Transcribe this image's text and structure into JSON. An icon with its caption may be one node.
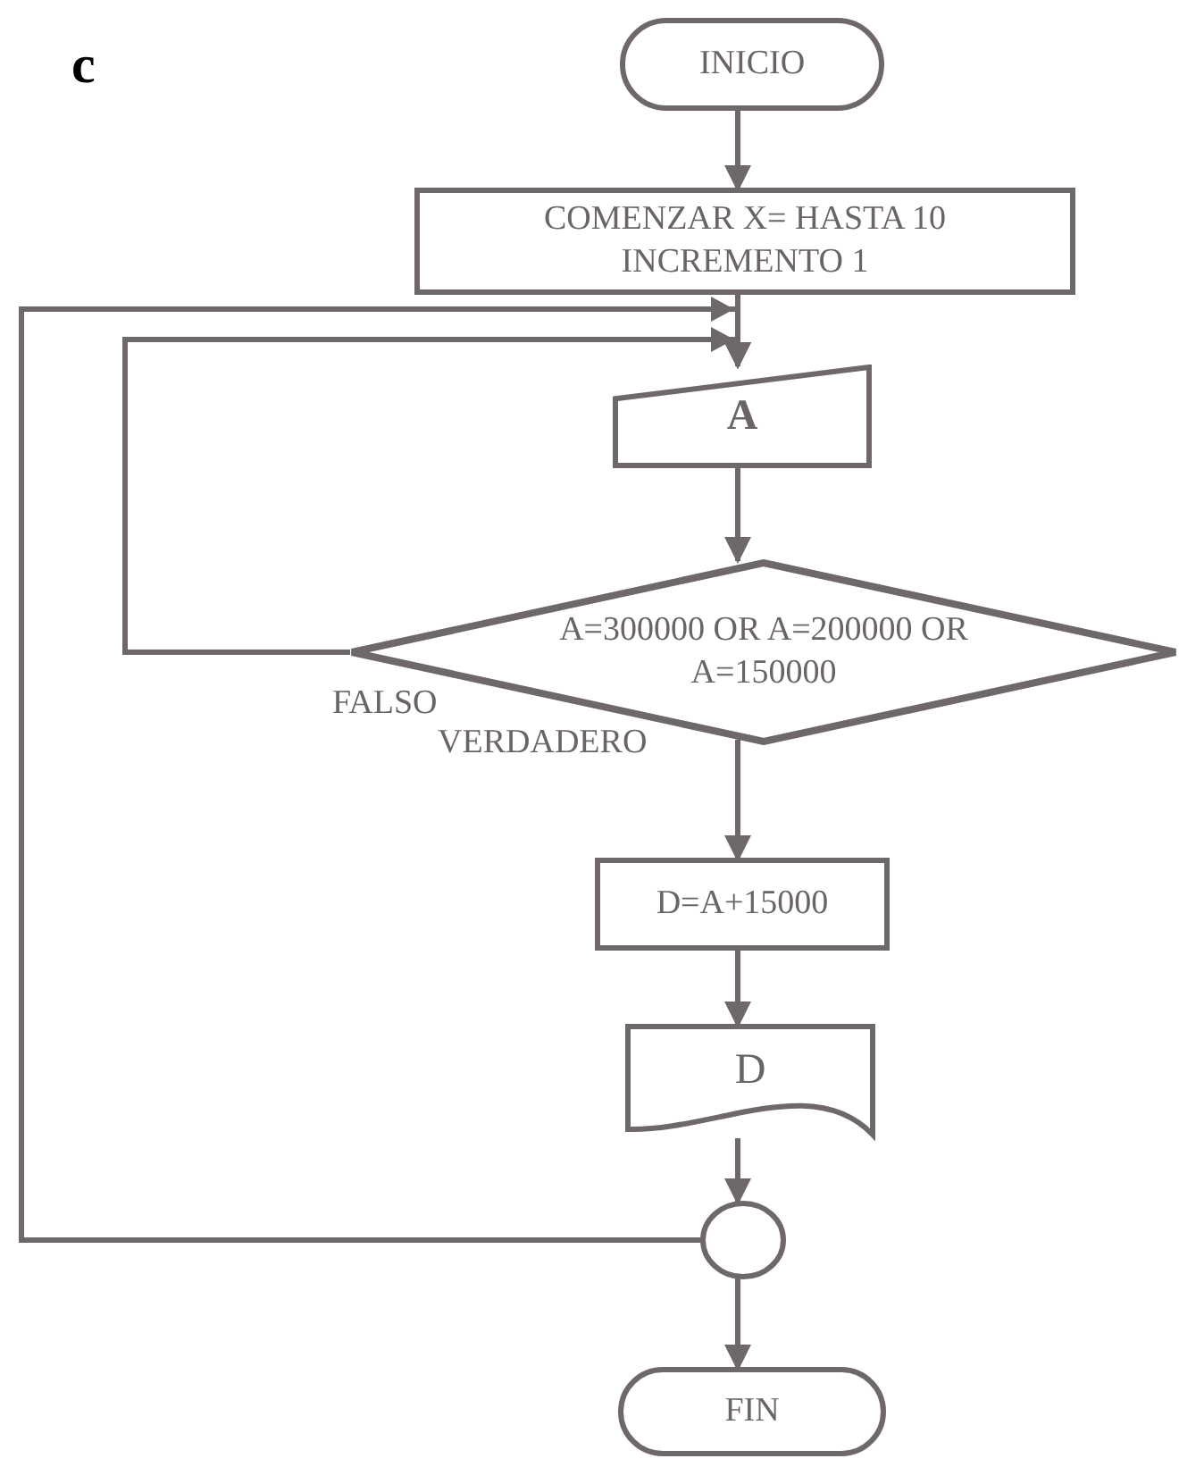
{
  "diagram": {
    "nodes": [
      {
        "text": [
          "INICIO"
        ]
      },
      {
        "text": [
          "COMENZAR X= HASTA 10 INCREMENTO 1"
        ]
      },
      {
        "text": [
          "A"
        ]
      },
      {
        "text": [
          "A=300000 OR A=200000 OR A=150000"
        ]
      },
      {
        "text": [
          "D=A+15000"
        ]
      },
      {
        "text": [
          "D"
        ]
      },
      {
        "text": [],
        "shape": "circle"
      },
      {
        "text": [
          "FIN"
        ]
      }
    ],
    "edges": [
      {
        "from": 0,
        "to": 1,
        "arrow": "to"
      },
      {
        "from": 1,
        "to": 2,
        "arrow": "to"
      },
      {
        "from": 2,
        "to": 3,
        "arrow": "to"
      },
      {
        "from": 3,
        "to": 2,
        "arrow": "to",
        "label": "FALSO"
      },
      {
        "from": 3,
        "to": 4,
        "arrow": "to",
        "label": "VERDADERO"
      },
      {
        "from": 4,
        "to": 5,
        "arrow": "to"
      },
      {
        "from": 5,
        "to": 6,
        "arrow": "to"
      },
      {
        "from": 6,
        "to": 2,
        "arrow": "to"
      },
      {
        "from": 6,
        "to": 7,
        "arrow": "to"
      }
    ],
    "labels": [
      "c"
    ]
  }
}
